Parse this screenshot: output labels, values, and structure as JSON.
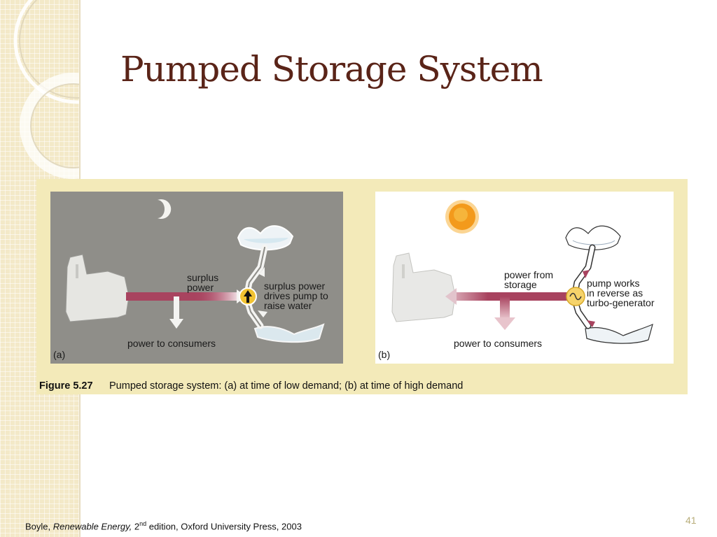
{
  "slide": {
    "title": "Pumped Storage System",
    "page_number": "41"
  },
  "figure": {
    "panel_a": {
      "tag": "(a)",
      "label_surplus": "surplus\npower",
      "label_drives": "surplus power\ndrives pump to\nraise water",
      "label_consumers": "power to consumers"
    },
    "panel_b": {
      "tag": "(b)",
      "label_from": "power from\nstorage",
      "label_pump": "pump works\nin reverse as\nturbo-generator",
      "label_consumers": "power to consumers"
    },
    "caption_number": "Figure 5.27",
    "caption_text": "Pumped storage system: (a) at time of low demand; (b) at time of high demand"
  },
  "footer": {
    "author": "Boyle, ",
    "book_title": "Renewable Energy,",
    "edition_num": " 2",
    "edition_sup": "nd",
    "rest": " edition, Oxford University Press, 2003"
  },
  "colors": {
    "title": "#5a2418",
    "power_line": "#a8435f",
    "panel_a_bg": "#8f8e89",
    "figure_bg": "#f3eab9",
    "sun": "#f39a1c"
  },
  "icons": [
    "moon-icon",
    "sun-icon",
    "pump-icon",
    "generator-icon",
    "power-station-icon"
  ]
}
